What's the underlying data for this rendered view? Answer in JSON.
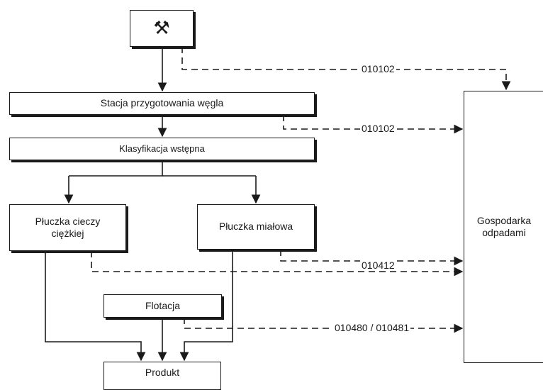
{
  "nodes": {
    "mining_icon": "⚒",
    "stacja": "Stacja przygotowania węgla",
    "klasyfikacja": "Klasyfikacja wstępna",
    "pluczka_cieczy": "Płuczka cieczy ciężkiej",
    "pluczka_mialowa": "Płuczka miałowa",
    "flotacja": "Flotacja",
    "produkt": "Produkt",
    "gospodarka": "Gospodarka odpadami"
  },
  "waste_codes": {
    "from_mining": "010102",
    "from_stacja": "010102",
    "from_pluczki": "010412",
    "from_flotacja": "010480 / 010481"
  },
  "colors": {
    "line": "#1a1a1a",
    "background": "#ffffff"
  }
}
